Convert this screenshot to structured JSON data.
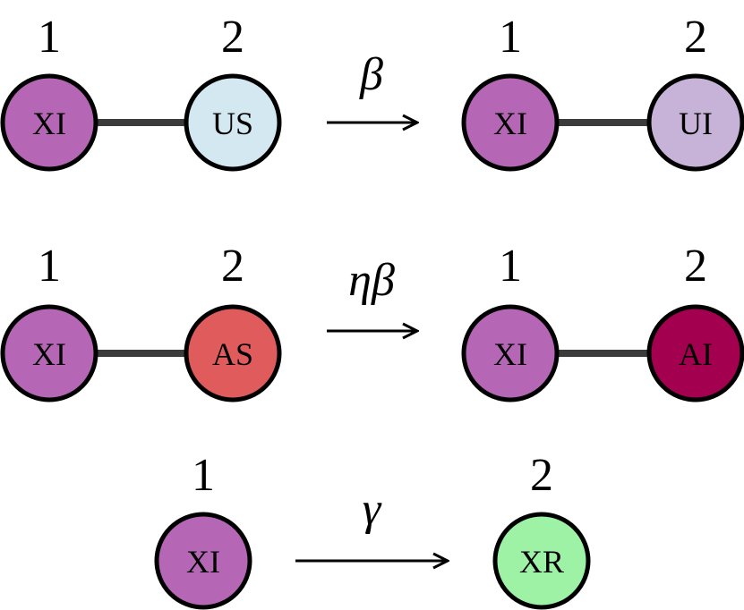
{
  "rows": [
    {
      "rate": "β",
      "left": {
        "n1": {
          "number": "1",
          "label": "XI",
          "color": "#b567b5"
        },
        "n2": {
          "number": "2",
          "label": "US",
          "color": "#d4e8f2"
        }
      },
      "right": {
        "n1": {
          "number": "1",
          "label": "XI",
          "color": "#b567b5"
        },
        "n2": {
          "number": "2",
          "label": "UI",
          "color": "#c8b3d8"
        }
      }
    },
    {
      "rate": "ηβ",
      "left": {
        "n1": {
          "number": "1",
          "label": "XI",
          "color": "#b567b5"
        },
        "n2": {
          "number": "2",
          "label": "AS",
          "color": "#e05c5c"
        }
      },
      "right": {
        "n1": {
          "number": "1",
          "label": "XI",
          "color": "#b567b5"
        },
        "n2": {
          "number": "2",
          "label": "AI",
          "color": "#a3004f"
        }
      }
    }
  ],
  "decay": {
    "rate": "γ",
    "from": {
      "number": "1",
      "label": "XI",
      "color": "#b567b5"
    },
    "to": {
      "number": "2",
      "label": "XR",
      "color": "#9ef2a6"
    }
  }
}
